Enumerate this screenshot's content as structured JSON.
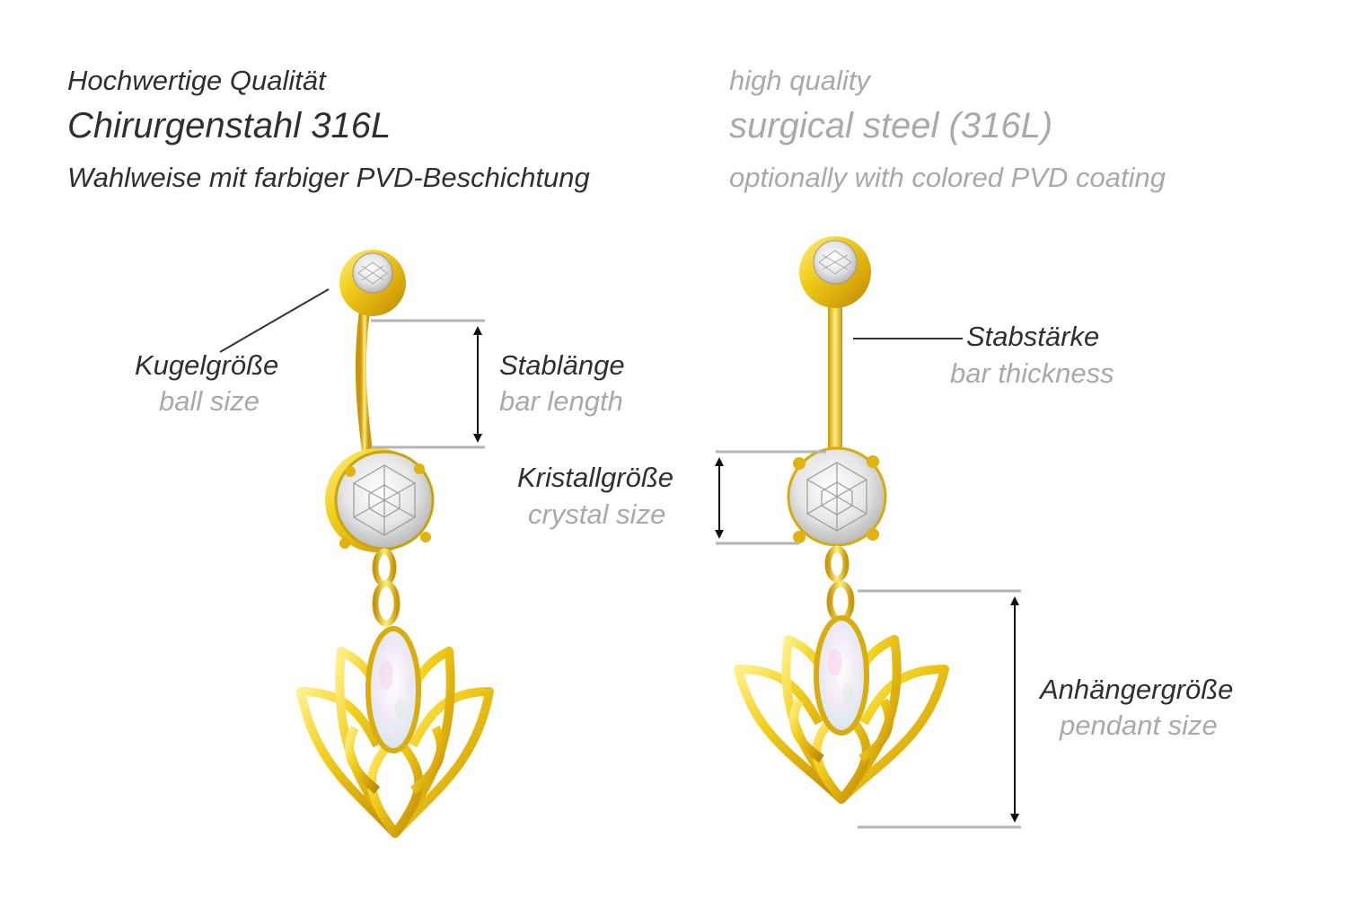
{
  "header": {
    "de": {
      "line1": "Hochwertige Qualität",
      "line2": "Chirurgenstahl 316L",
      "line3": "Wahlweise mit farbiger PVD-Beschichtung"
    },
    "en": {
      "line1": "high quality",
      "line2": "surgical steel (316L)",
      "line3": "optionally with colored PVD coating"
    }
  },
  "labels": {
    "ball_size": {
      "de": "Kugelgröße",
      "en": "ball size"
    },
    "bar_length": {
      "de": "Stablänge",
      "en": "bar length"
    },
    "crystal_size": {
      "de": "Kristallgröße",
      "en": "crystal size"
    },
    "bar_thickness": {
      "de": "Stabstärke",
      "en": "bar thickness"
    },
    "pendant_size": {
      "de": "Anhängergröße",
      "en": "pendant size"
    }
  },
  "colors": {
    "gold": "#e8c20f",
    "gold_dark": "#b8900a",
    "dimension_line": "#b5b5b5",
    "text_dark": "#2f2f2f",
    "text_light": "#a9a9a9"
  }
}
